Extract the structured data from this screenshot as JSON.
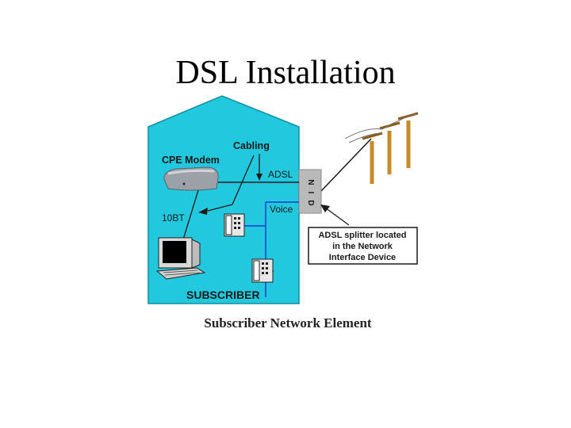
{
  "slide": {
    "title": "DSL Installation",
    "caption": "Subscriber Network Element"
  },
  "diagram": {
    "cabling_label": "Cabling",
    "cpe_modem_label": "CPE Modem",
    "adsl_label": "ADSL",
    "voice_label": "Voice",
    "tenbt_label": "10BT",
    "subscriber_label": "SUBSCRIBER",
    "nid_letters": [
      "N",
      "I",
      "D"
    ],
    "splitter_note": [
      "ADSL splitter located",
      "in the Network",
      "Interface Device"
    ]
  },
  "colors": {
    "house_fill": "#22c8dd",
    "data_line": "#1a1a1a",
    "voice_line": "#1a3fd0",
    "pole": "#b07a1e",
    "nid_box": "#b9b9b9"
  }
}
